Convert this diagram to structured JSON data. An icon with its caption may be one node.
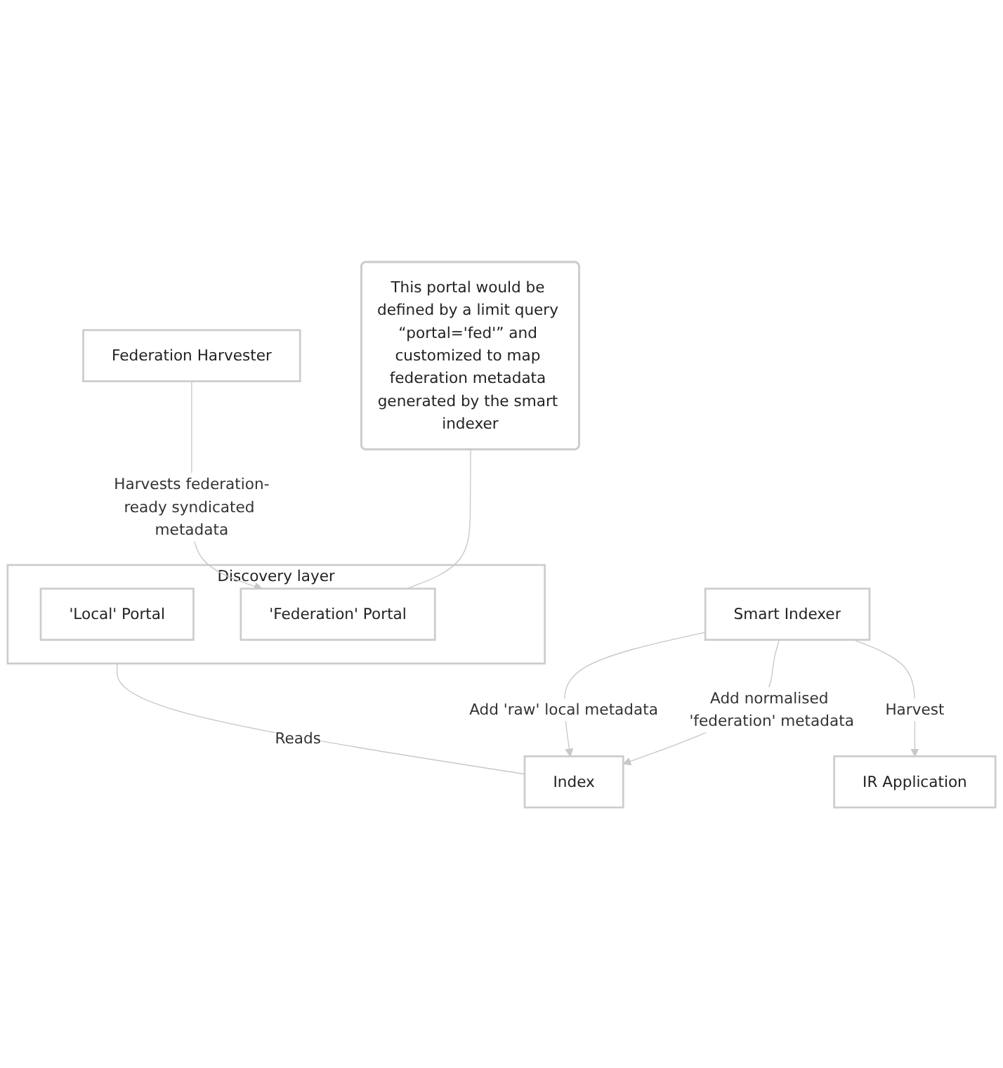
{
  "diagram": {
    "nodes": [
      {
        "text": [
          "Federation Harvester"
        ]
      },
      {
        "text": [
          "Discovery layer"
        ]
      },
      {
        "text": [
          "'Local' Portal"
        ],
        "in": 1
      },
      {
        "text": [
          "'Federation' Portal"
        ],
        "in": 1
      },
      {
        "text": [
          "This portal would be defined by a limit query “portal='fed'” and customized to map federation metadata generated by the smart indexer"
        ]
      },
      {
        "text": [
          "Index"
        ]
      },
      {
        "text": [
          "IR Application"
        ]
      },
      {
        "text": [
          "Smart Indexer"
        ]
      }
    ],
    "edges": [
      {
        "from": 0,
        "to": 3,
        "arrow": "to",
        "label": "Harvests federation-ready syndicated metadata"
      },
      {
        "from": 4,
        "to": 3,
        "arrow": "none"
      },
      {
        "from": 1,
        "to": 5,
        "arrow": "none",
        "label": "Reads"
      },
      {
        "from": 7,
        "to": 5,
        "arrow": "to",
        "label": "Add 'raw' local metadata"
      },
      {
        "from": 7,
        "to": 5,
        "arrow": "to",
        "label": "Add normalised 'federation' metadata"
      },
      {
        "from": 7,
        "to": 6,
        "arrow": "to",
        "label": "Harvest"
      }
    ]
  }
}
